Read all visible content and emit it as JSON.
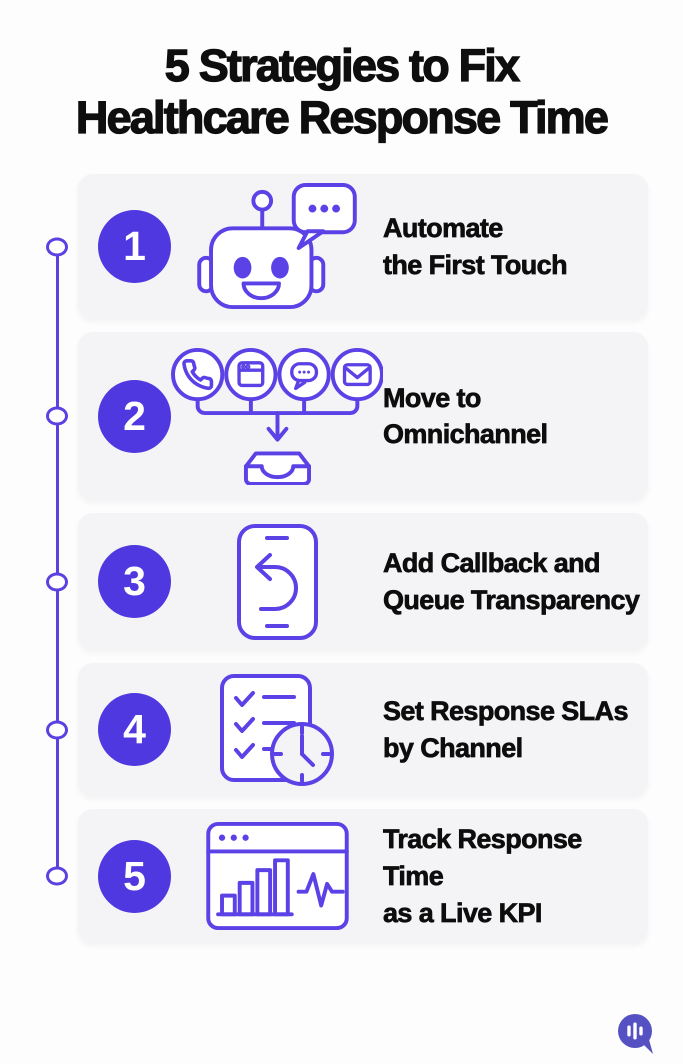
{
  "page": {
    "title": "5 Strategies to Fix\nHealthcare Response Time"
  },
  "colors": {
    "accent_purple": "#4f38df",
    "icon_stroke": "#5b42e6",
    "card_background": "#f4f4f7",
    "timeline_purple": "#5a42e0",
    "title_text": "#0e0e0e",
    "logo_purple": "#5651c2"
  },
  "branding": {
    "logo_icon": "chat-bubble-waveform-icon"
  },
  "steps": [
    {
      "number": "1",
      "title": "Automate\nthe First Touch",
      "icon": "chatbot-robot-icon"
    },
    {
      "number": "2",
      "title": "Move to\nOmnichannel",
      "icon": "omnichannel-inbox-icon"
    },
    {
      "number": "3",
      "title": "Add Callback and\nQueue Transparency",
      "icon": "phone-callback-icon"
    },
    {
      "number": "4",
      "title": "Set Response SLAs\nby Channel",
      "icon": "checklist-clock-icon"
    },
    {
      "number": "5",
      "title": "Track Response Time\nas a Live KPI",
      "icon": "kpi-dashboard-icon"
    }
  ]
}
